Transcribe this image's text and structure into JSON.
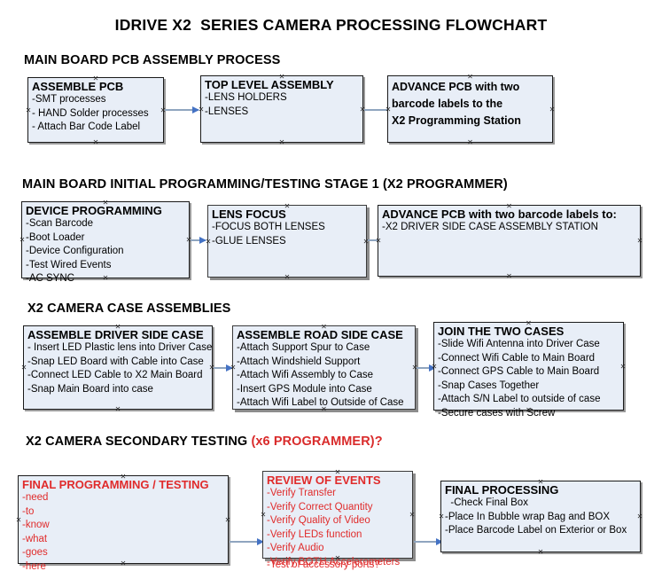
{
  "document": {
    "title": "IDRIVE X2  SERIES CAMERA PROCESSING FLOWCHART"
  },
  "sections": [
    {
      "id": "main-board-pcb-assembly",
      "header": "MAIN BOARD PCB ASSEMBLY PROCESS",
      "header_accent": "",
      "boxes": [
        {
          "id": "assemble-pcb",
          "title": "ASSEMBLE PCB",
          "lines": [
            "-SMT processes",
            "- HAND Solder processes",
            "- Attach Bar Code Label"
          ]
        },
        {
          "id": "top-level-assembly",
          "title": "TOP LEVEL ASSEMBLY",
          "lines": [
            "-LENS HOLDERS",
            "-LENSES"
          ]
        },
        {
          "id": "advance-pcb-x2-programming-station",
          "title": "",
          "lines": [
            "ADVANCE PCB with two",
            "barcode labels to the",
            " X2 Programming Station"
          ]
        }
      ]
    },
    {
      "id": "main-board-initial-programming",
      "header": "MAIN BOARD INITIAL PROGRAMMING/TESTING STAGE 1 (X2 PROGRAMMER)",
      "header_accent": "",
      "boxes": [
        {
          "id": "device-programming",
          "title": "DEVICE PROGRAMMING",
          "lines": [
            "-Scan Barcode",
            "-Boot Loader",
            "-Device Configuration",
            "-Test Wired Events",
            "-AC SYNC"
          ]
        },
        {
          "id": "lens-focus",
          "title": "LENS FOCUS",
          "lines": [
            "-FOCUS BOTH LENSES",
            "-GLUE LENSES"
          ]
        },
        {
          "id": "advance-pcb-driver-side-case",
          "title": "ADVANCE PCB with two barcode labels to:",
          "lines": [
            "-X2 DRIVER  SIDE  CASE  ASSEMBLY STATION"
          ]
        }
      ]
    },
    {
      "id": "x2-camera-case-assemblies",
      "header": "X2 CAMERA CASE ASSEMBLIES",
      "header_accent": "",
      "boxes": [
        {
          "id": "assemble-driver-side-case",
          "title": "ASSEMBLE DRIVER SIDE CASE",
          "lines": [
            "- Insert LED Plastic lens into Driver Case",
            "-Snap LED Board with Cable into Case",
            "-Connect LED Cable to X2 Main Board",
            "-Snap Main Board into case"
          ]
        },
        {
          "id": "assemble-road-side-case",
          "title": "ASSEMBLE ROAD SIDE CASE",
          "lines": [
            "-Attach Support Spur to Case",
            "-Attach Windshield Support",
            "-Attach Wifi Assembly to Case",
            "-Insert GPS Module into Case",
            "-Attach Wifi Label to Outside of Case"
          ]
        },
        {
          "id": "join-the-two-cases",
          "title": "JOIN THE TWO CASES",
          "lines": [
            "-Slide Wifi Antenna into Driver Case",
            "-Connect Wifi Cable to Main Board",
            "-Connect GPS Cable to Main Board",
            "-Snap Cases Together",
            "-Attach S/N Label to outside of case",
            "-Secure cases with Screw"
          ]
        }
      ]
    },
    {
      "id": "x2-camera-secondary-testing",
      "header": "X2 CAMERA SECONDARY TESTING ",
      "header_accent": "(x6 PROGRAMMER)?",
      "boxes": [
        {
          "id": "final-programming-testing",
          "title": "FINAL PROGRAMMING / TESTING",
          "lines": [
            "-need",
            "-to",
            "-know",
            "-what",
            "-goes",
            "-here"
          ]
        },
        {
          "id": "review-of-events",
          "title": "REVIEW OF EVENTS",
          "lines": [
            "-Verify Transfer",
            "-Verify Correct Quantity",
            "-Verify Quality of Video",
            "-Verify LEDs function",
            "-Verify Audio",
            "-Verify BOTH Accelerometers"
          ],
          "overflow_line": "-Test of accessory ports?"
        },
        {
          "id": "final-processing",
          "title": "FINAL PROCESSING",
          "lines": [
            "  -Check Final Box",
            "-Place In Bubble wrap Bag and BOX",
            "-Place Barcode Label on Exterior or Box"
          ]
        }
      ]
    }
  ],
  "colors": {
    "box_fill": "#e8eef7",
    "box_border": "#1a1a1a",
    "box_shadow": "#9a9a9a",
    "connector_line": "#8fa5bf",
    "connector_arrow": "#4472c4",
    "accent_red": "#e02b2b",
    "text": "#000000"
  }
}
